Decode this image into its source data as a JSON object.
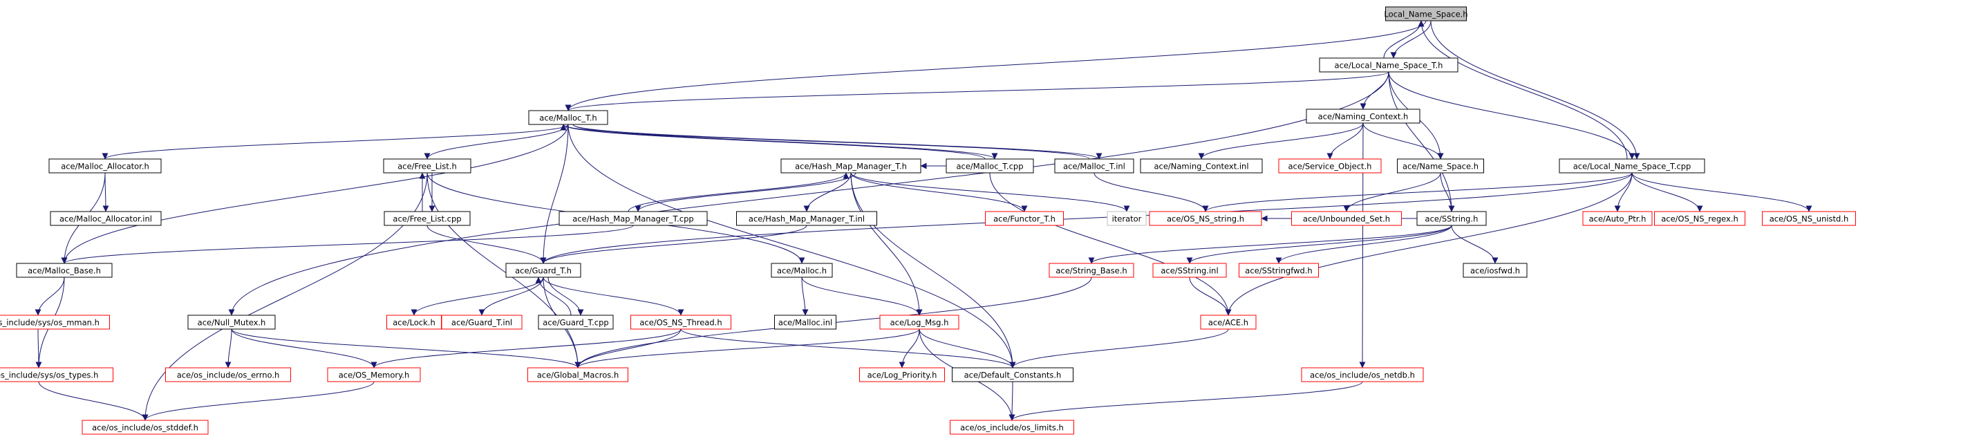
{
  "diagram": {
    "colors": {
      "edge": "#191970",
      "border_normal": "#000000",
      "border_missing": "#ff0000",
      "border_weak": "#bfbfbf",
      "root_fill": "#bfbfbf",
      "node_fill": "#ffffff"
    },
    "nodes": [
      {
        "id": "n_lns",
        "label": "Local_Name_Space.h",
        "kind": "root"
      },
      {
        "id": "n_lnst",
        "label": "ace/Local_Name_Space_T.h",
        "kind": "normal"
      },
      {
        "id": "n_mt",
        "label": "ace/Malloc_T.h",
        "kind": "normal"
      },
      {
        "id": "n_nc",
        "label": "ace/Naming_Context.h",
        "kind": "normal"
      },
      {
        "id": "n_ma",
        "label": "ace/Malloc_Allocator.h",
        "kind": "normal"
      },
      {
        "id": "n_fl",
        "label": "ace/Free_List.h",
        "kind": "normal"
      },
      {
        "id": "n_hmm",
        "label": "ace/Hash_Map_Manager_T.h",
        "kind": "normal"
      },
      {
        "id": "n_mtcpp",
        "label": "ace/Malloc_T.cpp",
        "kind": "normal"
      },
      {
        "id": "n_mtinl",
        "label": "ace/Malloc_T.inl",
        "kind": "normal"
      },
      {
        "id": "n_ncinl",
        "label": "ace/Naming_Context.inl",
        "kind": "normal"
      },
      {
        "id": "n_so",
        "label": "ace/Service_Object.h",
        "kind": "missing"
      },
      {
        "id": "n_ns",
        "label": "ace/Name_Space.h",
        "kind": "normal"
      },
      {
        "id": "n_lnscpp",
        "label": "ace/Local_Name_Space_T.cpp",
        "kind": "normal"
      },
      {
        "id": "n_mainl",
        "label": "ace/Malloc_Allocator.inl",
        "kind": "normal"
      },
      {
        "id": "n_flcpp",
        "label": "ace/Free_List.cpp",
        "kind": "normal"
      },
      {
        "id": "n_hmmcpp",
        "label": "ace/Hash_Map_Manager_T.cpp",
        "kind": "normal"
      },
      {
        "id": "n_hmminl",
        "label": "ace/Hash_Map_Manager_T.inl",
        "kind": "normal"
      },
      {
        "id": "n_func",
        "label": "ace/Functor_T.h",
        "kind": "missing"
      },
      {
        "id": "n_iter",
        "label": "iterator",
        "kind": "weak"
      },
      {
        "id": "n_osstr",
        "label": "ace/OS_NS_string.h",
        "kind": "missing"
      },
      {
        "id": "n_us",
        "label": "ace/Unbounded_Set.h",
        "kind": "missing"
      },
      {
        "id": "n_sstr",
        "label": "ace/SString.h",
        "kind": "normal"
      },
      {
        "id": "n_ap",
        "label": "ace/Auto_Ptr.h",
        "kind": "missing"
      },
      {
        "id": "n_rgx",
        "label": "ace/OS_NS_regex.h",
        "kind": "missing"
      },
      {
        "id": "n_uni",
        "label": "ace/OS_NS_unistd.h",
        "kind": "missing"
      },
      {
        "id": "n_mb",
        "label": "ace/Malloc_Base.h",
        "kind": "normal"
      },
      {
        "id": "n_gt",
        "label": "ace/Guard_T.h",
        "kind": "normal"
      },
      {
        "id": "n_mal",
        "label": "ace/Malloc.h",
        "kind": "normal"
      },
      {
        "id": "n_sb",
        "label": "ace/String_Base.h",
        "kind": "missing"
      },
      {
        "id": "n_sinl",
        "label": "ace/SString.inl",
        "kind": "missing"
      },
      {
        "id": "n_sfwd",
        "label": "ace/SStringfwd.h",
        "kind": "missing"
      },
      {
        "id": "n_ios",
        "label": "ace/iosfwd.h",
        "kind": "normal"
      },
      {
        "id": "n_mman",
        "label": "ace/os_include/sys/os_mman.h",
        "kind": "missing"
      },
      {
        "id": "n_nm",
        "label": "ace/Null_Mutex.h",
        "kind": "normal"
      },
      {
        "id": "n_lock",
        "label": "ace/Lock.h",
        "kind": "missing"
      },
      {
        "id": "n_gtinl",
        "label": "ace/Guard_T.inl",
        "kind": "missing"
      },
      {
        "id": "n_gtcpp",
        "label": "ace/Guard_T.cpp",
        "kind": "normal"
      },
      {
        "id": "n_thr",
        "label": "ace/OS_NS_Thread.h",
        "kind": "missing"
      },
      {
        "id": "n_malinl",
        "label": "ace/Malloc.inl",
        "kind": "normal"
      },
      {
        "id": "n_lm",
        "label": "ace/Log_Msg.h",
        "kind": "missing"
      },
      {
        "id": "n_ace",
        "label": "ace/ACE.h",
        "kind": "missing"
      },
      {
        "id": "n_types",
        "label": "ace/os_include/sys/os_types.h",
        "kind": "missing"
      },
      {
        "id": "n_errno",
        "label": "ace/os_include/os_errno.h",
        "kind": "missing"
      },
      {
        "id": "n_osmem",
        "label": "ace/OS_Memory.h",
        "kind": "missing"
      },
      {
        "id": "n_gm",
        "label": "ace/Global_Macros.h",
        "kind": "missing"
      },
      {
        "id": "n_lp",
        "label": "ace/Log_Priority.h",
        "kind": "missing"
      },
      {
        "id": "n_dc",
        "label": "ace/Default_Constants.h",
        "kind": "normal"
      },
      {
        "id": "n_netdb",
        "label": "ace/os_include/os_netdb.h",
        "kind": "missing"
      },
      {
        "id": "n_stddef",
        "label": "ace/os_include/os_stddef.h",
        "kind": "missing"
      },
      {
        "id": "n_limits",
        "label": "ace/os_include/os_limits.h",
        "kind": "missing"
      }
    ],
    "edges": [
      [
        "n_lns",
        "n_lnst"
      ],
      [
        "n_lns",
        "n_mt"
      ],
      [
        "n_lns",
        "n_lnscpp"
      ],
      [
        "n_lnst",
        "n_lns"
      ],
      [
        "n_lnst",
        "n_mt"
      ],
      [
        "n_lnst",
        "n_nc"
      ],
      [
        "n_lnst",
        "n_ns"
      ],
      [
        "n_lnst",
        "n_lnscpp"
      ],
      [
        "n_lnst",
        "n_sstr"
      ],
      [
        "n_lnst",
        "n_nm"
      ],
      [
        "n_mt",
        "n_ma"
      ],
      [
        "n_mt",
        "n_fl"
      ],
      [
        "n_mt",
        "n_mtcpp"
      ],
      [
        "n_mt",
        "n_mtinl"
      ],
      [
        "n_mt",
        "n_mb"
      ],
      [
        "n_mt",
        "n_gt"
      ],
      [
        "n_mt",
        "n_dc"
      ],
      [
        "n_nc",
        "n_ncinl"
      ],
      [
        "n_nc",
        "n_so"
      ],
      [
        "n_nc",
        "n_ns"
      ],
      [
        "n_nc",
        "n_netdb"
      ],
      [
        "n_ma",
        "n_mainl"
      ],
      [
        "n_ma",
        "n_mb"
      ],
      [
        "n_fl",
        "n_flcpp"
      ],
      [
        "n_fl",
        "n_mal"
      ],
      [
        "n_fl",
        "n_gm"
      ],
      [
        "n_fl",
        "n_stddef"
      ],
      [
        "n_flcpp",
        "n_fl"
      ],
      [
        "n_flcpp",
        "n_gt"
      ],
      [
        "n_mtcpp",
        "n_mt"
      ],
      [
        "n_mtcpp",
        "n_hmm"
      ],
      [
        "n_mtcpp",
        "n_ace"
      ],
      [
        "n_mtinl",
        "n_mt"
      ],
      [
        "n_mtinl",
        "n_osstr"
      ],
      [
        "n_hmm",
        "n_hmmcpp"
      ],
      [
        "n_hmm",
        "n_hmminl"
      ],
      [
        "n_hmm",
        "n_func"
      ],
      [
        "n_hmm",
        "n_iter"
      ],
      [
        "n_hmm",
        "n_lm"
      ],
      [
        "n_hmm",
        "n_dc"
      ],
      [
        "n_hmmcpp",
        "n_hmm"
      ],
      [
        "n_hmmcpp",
        "n_mb"
      ],
      [
        "n_hmminl",
        "n_gt"
      ],
      [
        "n_ns",
        "n_us"
      ],
      [
        "n_ns",
        "n_sstr"
      ],
      [
        "n_lnscpp",
        "n_lns"
      ],
      [
        "n_lnscpp",
        "n_osstr"
      ],
      [
        "n_lnscpp",
        "n_ap"
      ],
      [
        "n_lnscpp",
        "n_rgx"
      ],
      [
        "n_lnscpp",
        "n_uni"
      ],
      [
        "n_lnscpp",
        "n_ace"
      ],
      [
        "n_lnscpp",
        "n_gt"
      ],
      [
        "n_sstr",
        "n_sb"
      ],
      [
        "n_sstr",
        "n_sinl"
      ],
      [
        "n_sstr",
        "n_sfwd"
      ],
      [
        "n_sstr",
        "n_ios"
      ],
      [
        "n_sstr",
        "n_osstr"
      ],
      [
        "n_sinl",
        "n_ace"
      ],
      [
        "n_sb",
        "n_gm"
      ],
      [
        "n_mb",
        "n_mman"
      ],
      [
        "n_mb",
        "n_types"
      ],
      [
        "n_mman",
        "n_types"
      ],
      [
        "n_types",
        "n_stddef"
      ],
      [
        "n_gt",
        "n_lock"
      ],
      [
        "n_gt",
        "n_gtinl"
      ],
      [
        "n_gt",
        "n_gtcpp"
      ],
      [
        "n_gt",
        "n_thr"
      ],
      [
        "n_gt",
        "n_gm"
      ],
      [
        "n_gtcpp",
        "n_gt"
      ],
      [
        "n_mal",
        "n_malinl"
      ],
      [
        "n_mal",
        "n_lm"
      ],
      [
        "n_thr",
        "n_gm"
      ],
      [
        "n_thr",
        "n_osmem"
      ],
      [
        "n_thr",
        "n_dc"
      ],
      [
        "n_nm",
        "n_errno"
      ],
      [
        "n_nm",
        "n_osmem"
      ],
      [
        "n_nm",
        "n_gm"
      ],
      [
        "n_osmem",
        "n_stddef"
      ],
      [
        "n_lm",
        "n_gm"
      ],
      [
        "n_lm",
        "n_lp"
      ],
      [
        "n_lm",
        "n_dc"
      ],
      [
        "n_lm",
        "n_limits"
      ],
      [
        "n_ace",
        "n_dc"
      ],
      [
        "n_dc",
        "n_limits"
      ],
      [
        "n_netdb",
        "n_limits"
      ]
    ]
  }
}
